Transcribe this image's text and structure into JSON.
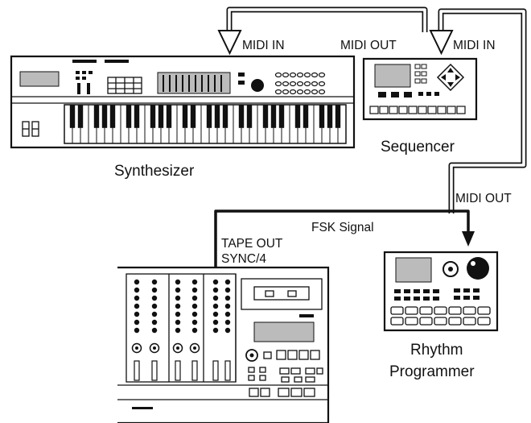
{
  "devices": {
    "synthesizer": "Synthesizer",
    "sequencer": "Sequencer",
    "rhythm_line1": "Rhythm",
    "rhythm_line2": "Programmer"
  },
  "ports": {
    "synth_midi_in": "MIDI IN",
    "seq_midi_out": "MIDI OUT",
    "seq_midi_in": "MIDI IN",
    "rhythm_midi_out": "MIDI OUT",
    "tape_out": "TAPE OUT",
    "sync": "SYNC/4"
  },
  "signals": {
    "fsk": "FSK Signal"
  }
}
